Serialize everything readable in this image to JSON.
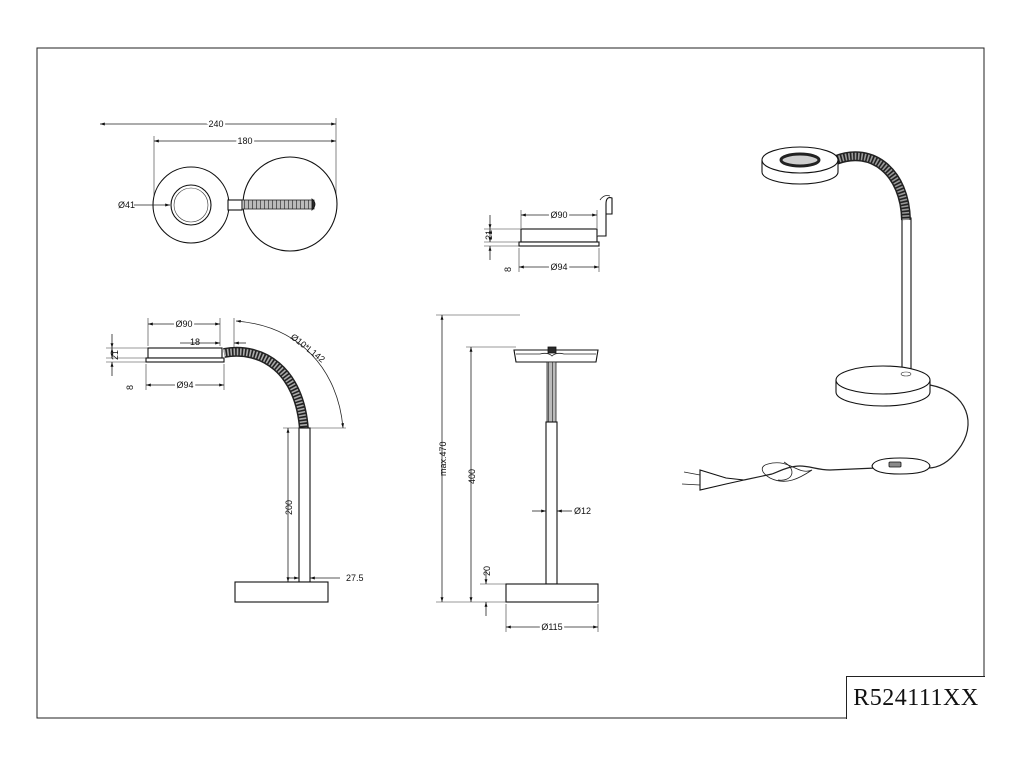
{
  "model_code": "R524111XX",
  "top_view": {
    "overall_width": "240",
    "base_width": "180",
    "head_diameter": "Ø41"
  },
  "head_side_view": {
    "top_diameter": "Ø90",
    "height": "21",
    "bottom_height": "8",
    "bottom_diameter": "Ø94"
  },
  "side_view": {
    "top_diameter": "Ø90",
    "offset": "18",
    "height": "21",
    "bottom_height": "8",
    "bottom_diameter": "Ø94",
    "arm": "Ø10*L142",
    "stem_height": "200",
    "stem_offset": "27.5"
  },
  "front_view": {
    "max_height": "max.470",
    "height": "400",
    "stem_diameter": "Ø12",
    "base_height": "20",
    "base_diameter": "Ø115"
  }
}
